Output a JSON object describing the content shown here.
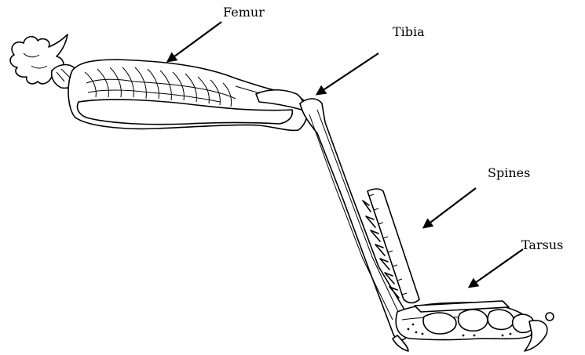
{
  "diagram": {
    "labels": {
      "femur": "Femur",
      "tibia": "Tibia",
      "spines": "Spines",
      "tarsus": "Tarsus"
    }
  }
}
